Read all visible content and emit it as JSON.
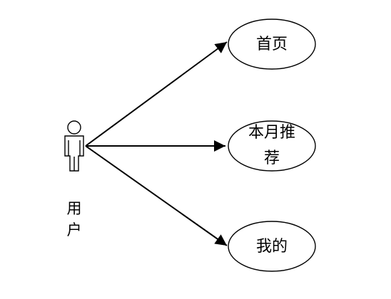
{
  "actor": {
    "label_lines": [
      "用",
      "户"
    ],
    "icon": "person-icon"
  },
  "use_cases": [
    {
      "label_lines": [
        "首页"
      ]
    },
    {
      "label_lines": [
        "本月推",
        "荐"
      ]
    },
    {
      "label_lines": [
        "我的"
      ]
    }
  ],
  "colors": {
    "stroke": "#000000",
    "background": "#ffffff"
  }
}
